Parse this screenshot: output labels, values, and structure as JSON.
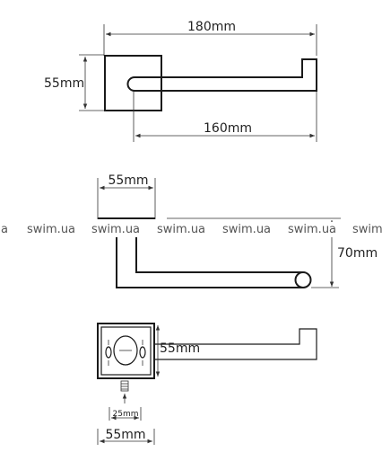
{
  "top_view": {
    "overall_length": "180mm",
    "base_height": "55mm",
    "arm_length": "160mm"
  },
  "side_view": {
    "base_width": "55mm",
    "height": "70mm"
  },
  "front_view": {
    "base_size_right": "55mm",
    "screw_spacing": "25mm",
    "base_size_bottom": "55mm"
  },
  "watermark": {
    "items": [
      "a",
      "swim.ua",
      "swim.ua",
      "swim.ua",
      "swim.ua",
      "swim.ua",
      "swim"
    ]
  }
}
